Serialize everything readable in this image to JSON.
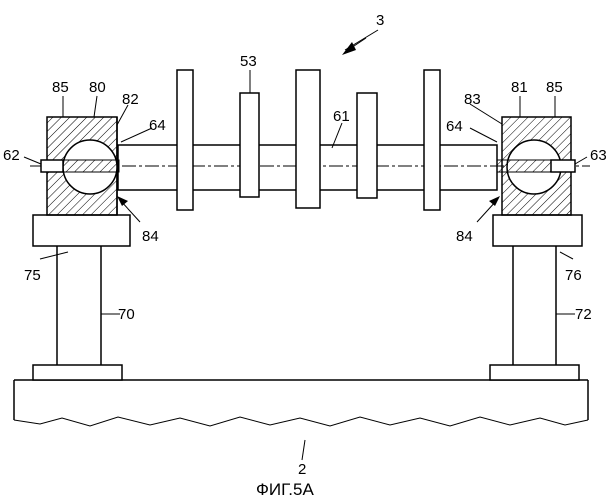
{
  "figure": {
    "caption": "ФИГ.5А",
    "labels": {
      "ref_3": "3",
      "ref_85_left": "85",
      "ref_80": "80",
      "ref_82": "82",
      "ref_64_left": "64",
      "ref_62": "62",
      "ref_84_left": "84",
      "ref_75": "75",
      "ref_70": "70",
      "ref_53": "53",
      "ref_61": "61",
      "ref_83": "83",
      "ref_81": "81",
      "ref_85_right": "85",
      "ref_64_right": "64",
      "ref_63": "63",
      "ref_84_right": "84",
      "ref_76": "76",
      "ref_72": "72",
      "ref_2": "2"
    }
  }
}
